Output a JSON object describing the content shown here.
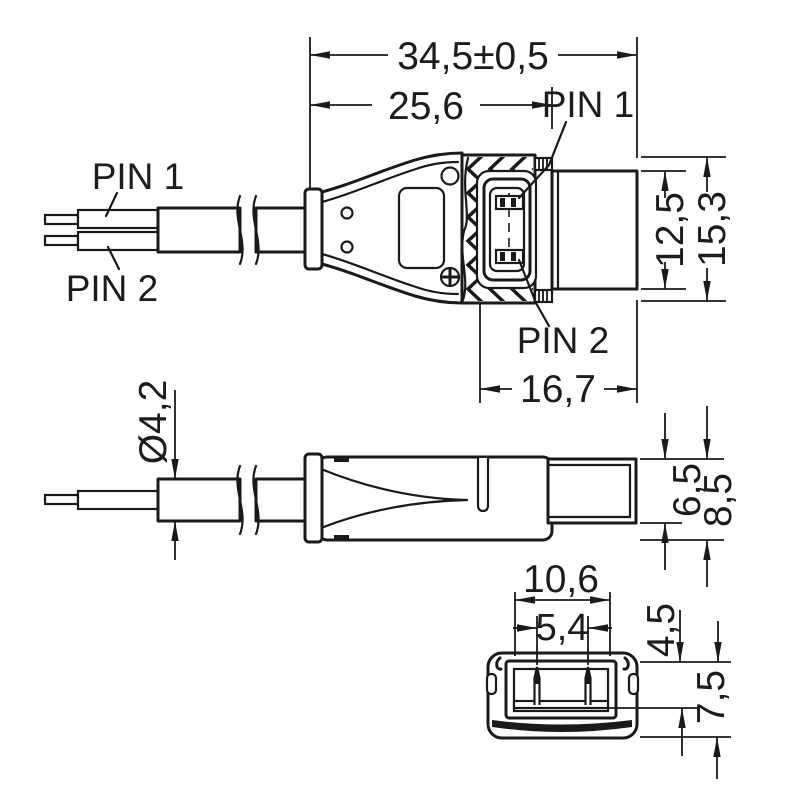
{
  "drawing": {
    "type": "technical-dimension-drawing",
    "subject": "2-pin cable connector, three orthographic views",
    "colors": {
      "line": "#1a1a1a",
      "text": "#1c1c1c",
      "background": "#ffffff"
    },
    "views": {
      "top": {
        "wire_labels": {
          "pin1": "PIN 1",
          "pin2": "PIN 2"
        },
        "contact_labels": {
          "pin1": "PIN 1",
          "pin2": "PIN 2"
        },
        "dimensions": {
          "overall_length": "34,5±0,5",
          "housing_length": "25,6",
          "plug_width": "12,5",
          "head_width": "15,3",
          "head_length": "16,7"
        }
      },
      "side": {
        "dimensions": {
          "cable_diameter": "Ø4,2",
          "plug_height": "6,5",
          "housing_height": "8,5"
        }
      },
      "front": {
        "dimensions": {
          "opening_width": "10,6",
          "pin_spacing": "5,4",
          "opening_height": "4,5",
          "face_height": "7,5"
        }
      }
    }
  }
}
